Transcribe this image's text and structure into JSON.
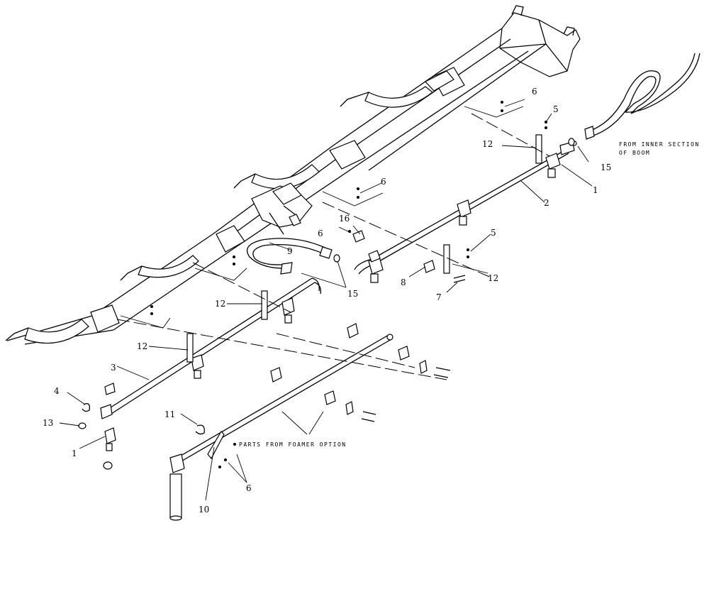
{
  "diagram": {
    "callouts": {
      "c1a": "1",
      "c1b": "1",
      "c2": "2",
      "c3": "3",
      "c4": "4",
      "c5a": "5",
      "c5b": "5",
      "c6a": "6",
      "c6b": "6",
      "c6c": "6",
      "c6d": "6",
      "c7": "7",
      "c8": "8",
      "c9": "9",
      "c10": "10",
      "c11": "11",
      "c12a": "12",
      "c12b": "12",
      "c12c": "12",
      "c12d": "12",
      "c13": "13",
      "c15a": "15",
      "c15b": "15",
      "c16": "16"
    },
    "notes": {
      "inner_section_line1": "FROM INNER SECTION",
      "inner_section_line2": "OF BOOM",
      "foamer": "PARTS FROM FOAMER OPTION"
    }
  }
}
